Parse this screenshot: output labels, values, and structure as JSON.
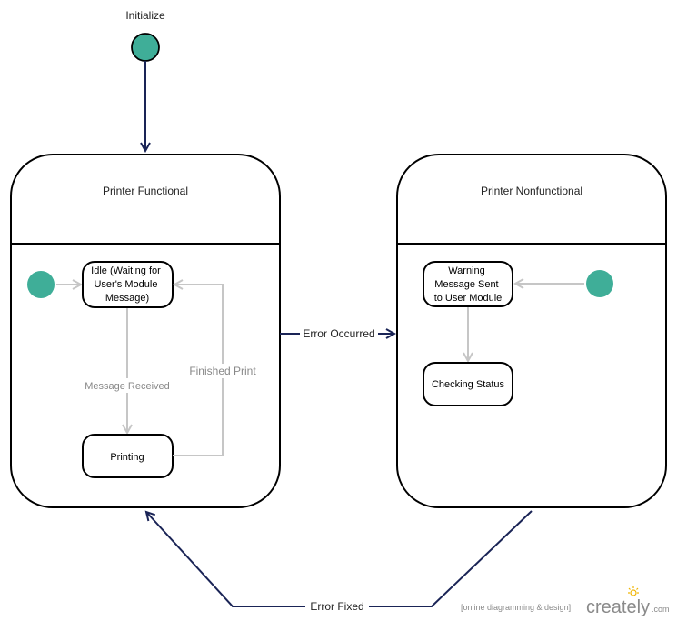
{
  "diagram": {
    "initial_label": "Initialize",
    "states": {
      "functional": {
        "title": "Printer Functional",
        "substates": {
          "idle": [
            "Idle (Waiting for",
            "User's Module",
            "Message)"
          ],
          "printing": "Printing"
        },
        "transitions": {
          "message_received": "Message Received",
          "finished_print": "Finished Print"
        }
      },
      "nonfunctional": {
        "title": "Printer Nonfunctional",
        "substates": {
          "warning": [
            "Warning",
            "Message Sent",
            "to User Module"
          ],
          "checking": "Checking Status"
        }
      }
    },
    "transitions": {
      "error_occurred": "Error Occurred",
      "error_fixed": "Error Fixed"
    }
  },
  "footer": {
    "tagline": "[online diagramming & design]",
    "brand": "creately",
    "brand_suffix": ".com"
  },
  "colors": {
    "node_fill": "#3fae98",
    "main_arrow": "#1a2456",
    "inner_arrow": "#c6c6c6",
    "inner_label": "#888888",
    "brand": "#8a8a8a",
    "brand_accent": "#f0b400"
  }
}
